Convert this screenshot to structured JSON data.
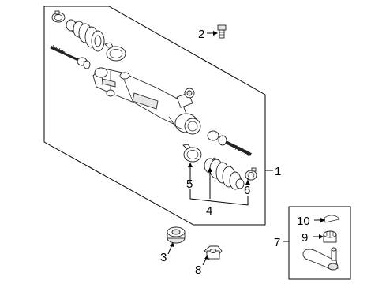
{
  "callouts": {
    "c1": "1",
    "c2": "2",
    "c3": "3",
    "c4": "4",
    "c5": "5",
    "c6": "6",
    "c7": "7",
    "c8": "8",
    "c9": "9",
    "c10": "10"
  },
  "colors": {
    "line": "#000000",
    "part_outline": "#222222",
    "part_fill": "#ffffff",
    "part_shade": "#e6e6e6",
    "background": "#ffffff"
  }
}
